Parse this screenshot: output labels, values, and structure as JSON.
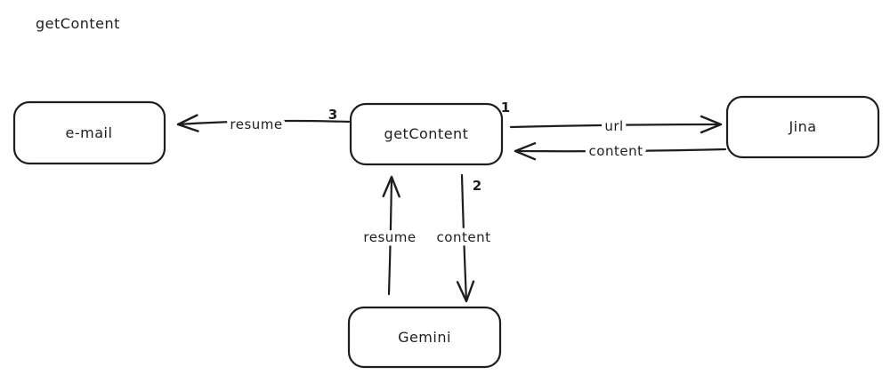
{
  "title": "getContent",
  "colors": {
    "stroke": "#1e1e1e",
    "background": "#ffffff"
  },
  "nodes": {
    "email": {
      "label": "e-mail"
    },
    "getcontent": {
      "label": "getContent"
    },
    "jina": {
      "label": "Jina"
    },
    "gemini": {
      "label": "Gemini"
    }
  },
  "edges": {
    "resume_left": {
      "label": "resume",
      "step": "3",
      "from": "getContent",
      "to": "e-mail"
    },
    "url_right": {
      "label": "url",
      "step": "1",
      "from": "getContent",
      "to": "Jina"
    },
    "content_back": {
      "label": "content",
      "from": "Jina",
      "to": "getContent"
    },
    "content_down": {
      "label": "content",
      "step": "2",
      "from": "getContent",
      "to": "Gemini"
    },
    "resume_up": {
      "label": "resume",
      "from": "Gemini",
      "to": "getContent"
    }
  }
}
